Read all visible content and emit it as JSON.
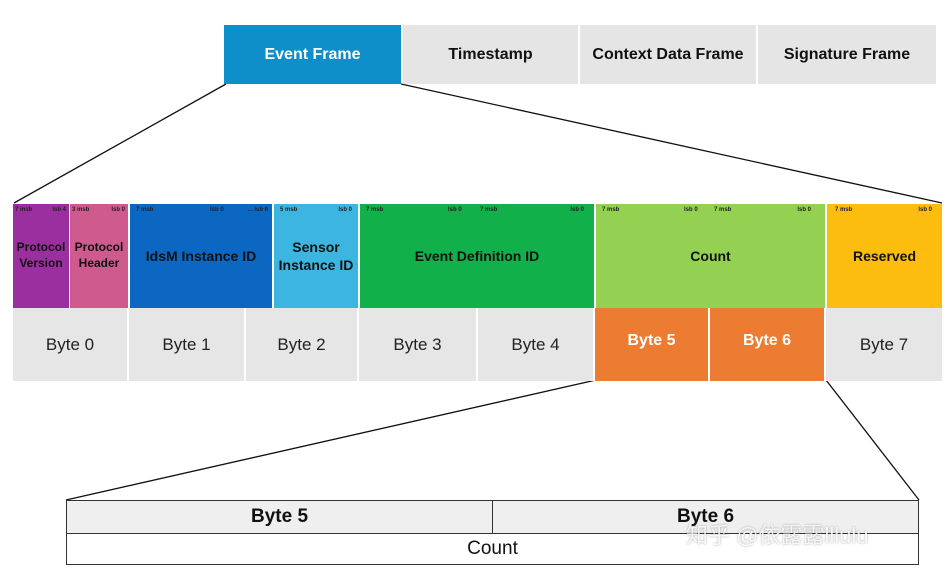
{
  "colors": {
    "event_frame": "#0e8fc9",
    "frame_grey": "#e5e5e5",
    "protocol_version": "#9b2f9f",
    "protocol_header": "#cf5b8e",
    "idsm_instance_id": "#0b67c2",
    "sensor_instance_id": "#3cb6e0",
    "event_definition_id": "#12b04a",
    "count": "#94d152",
    "reserved": "#fcbd0e",
    "byte_highlight": "#ec7c31",
    "byte_grey": "#e6e6e6"
  },
  "frames": [
    "Event Frame",
    "Timestamp",
    "Context Data Frame",
    "Signature Frame"
  ],
  "fields": {
    "protocol_version": {
      "label_line1": "Protocol",
      "label_line2": "Version",
      "ticks": [
        "7 msb",
        "lsb 4"
      ]
    },
    "protocol_header": {
      "label_line1": "Protocol",
      "label_line2": "Header",
      "ticks": [
        "3 msb",
        "lsb 0"
      ]
    },
    "idsm_instance_id": {
      "label": "IdsM Instance ID",
      "ticks": [
        "7 msb",
        "lsb 0",
        "... lsb 6"
      ]
    },
    "sensor_instance_id": {
      "label_line1": "Sensor",
      "label_line2": "Instance ID",
      "ticks": [
        "5 msb",
        "lsb 0"
      ]
    },
    "event_definition_id": {
      "label": "Event Definition ID",
      "ticks": [
        "7 msb",
        "lsb 0",
        "7 msb",
        "lsb 0"
      ]
    },
    "count": {
      "label": "Count",
      "ticks": [
        "7 msb",
        "lsb 0",
        "7 msb",
        "lsb 0"
      ]
    },
    "reserved": {
      "label": "Reserved",
      "ticks": [
        "7 msb",
        "lsb 0"
      ]
    }
  },
  "bytes": [
    "Byte 0",
    "Byte 1",
    "Byte 2",
    "Byte 3",
    "Byte 4",
    "Byte 5",
    "Byte 6",
    "Byte 7"
  ],
  "bottom_table": {
    "byte5": "Byte 5",
    "byte6": "Byte 6",
    "count": "Count"
  },
  "watermark": "知乎 @依露露lllulu"
}
